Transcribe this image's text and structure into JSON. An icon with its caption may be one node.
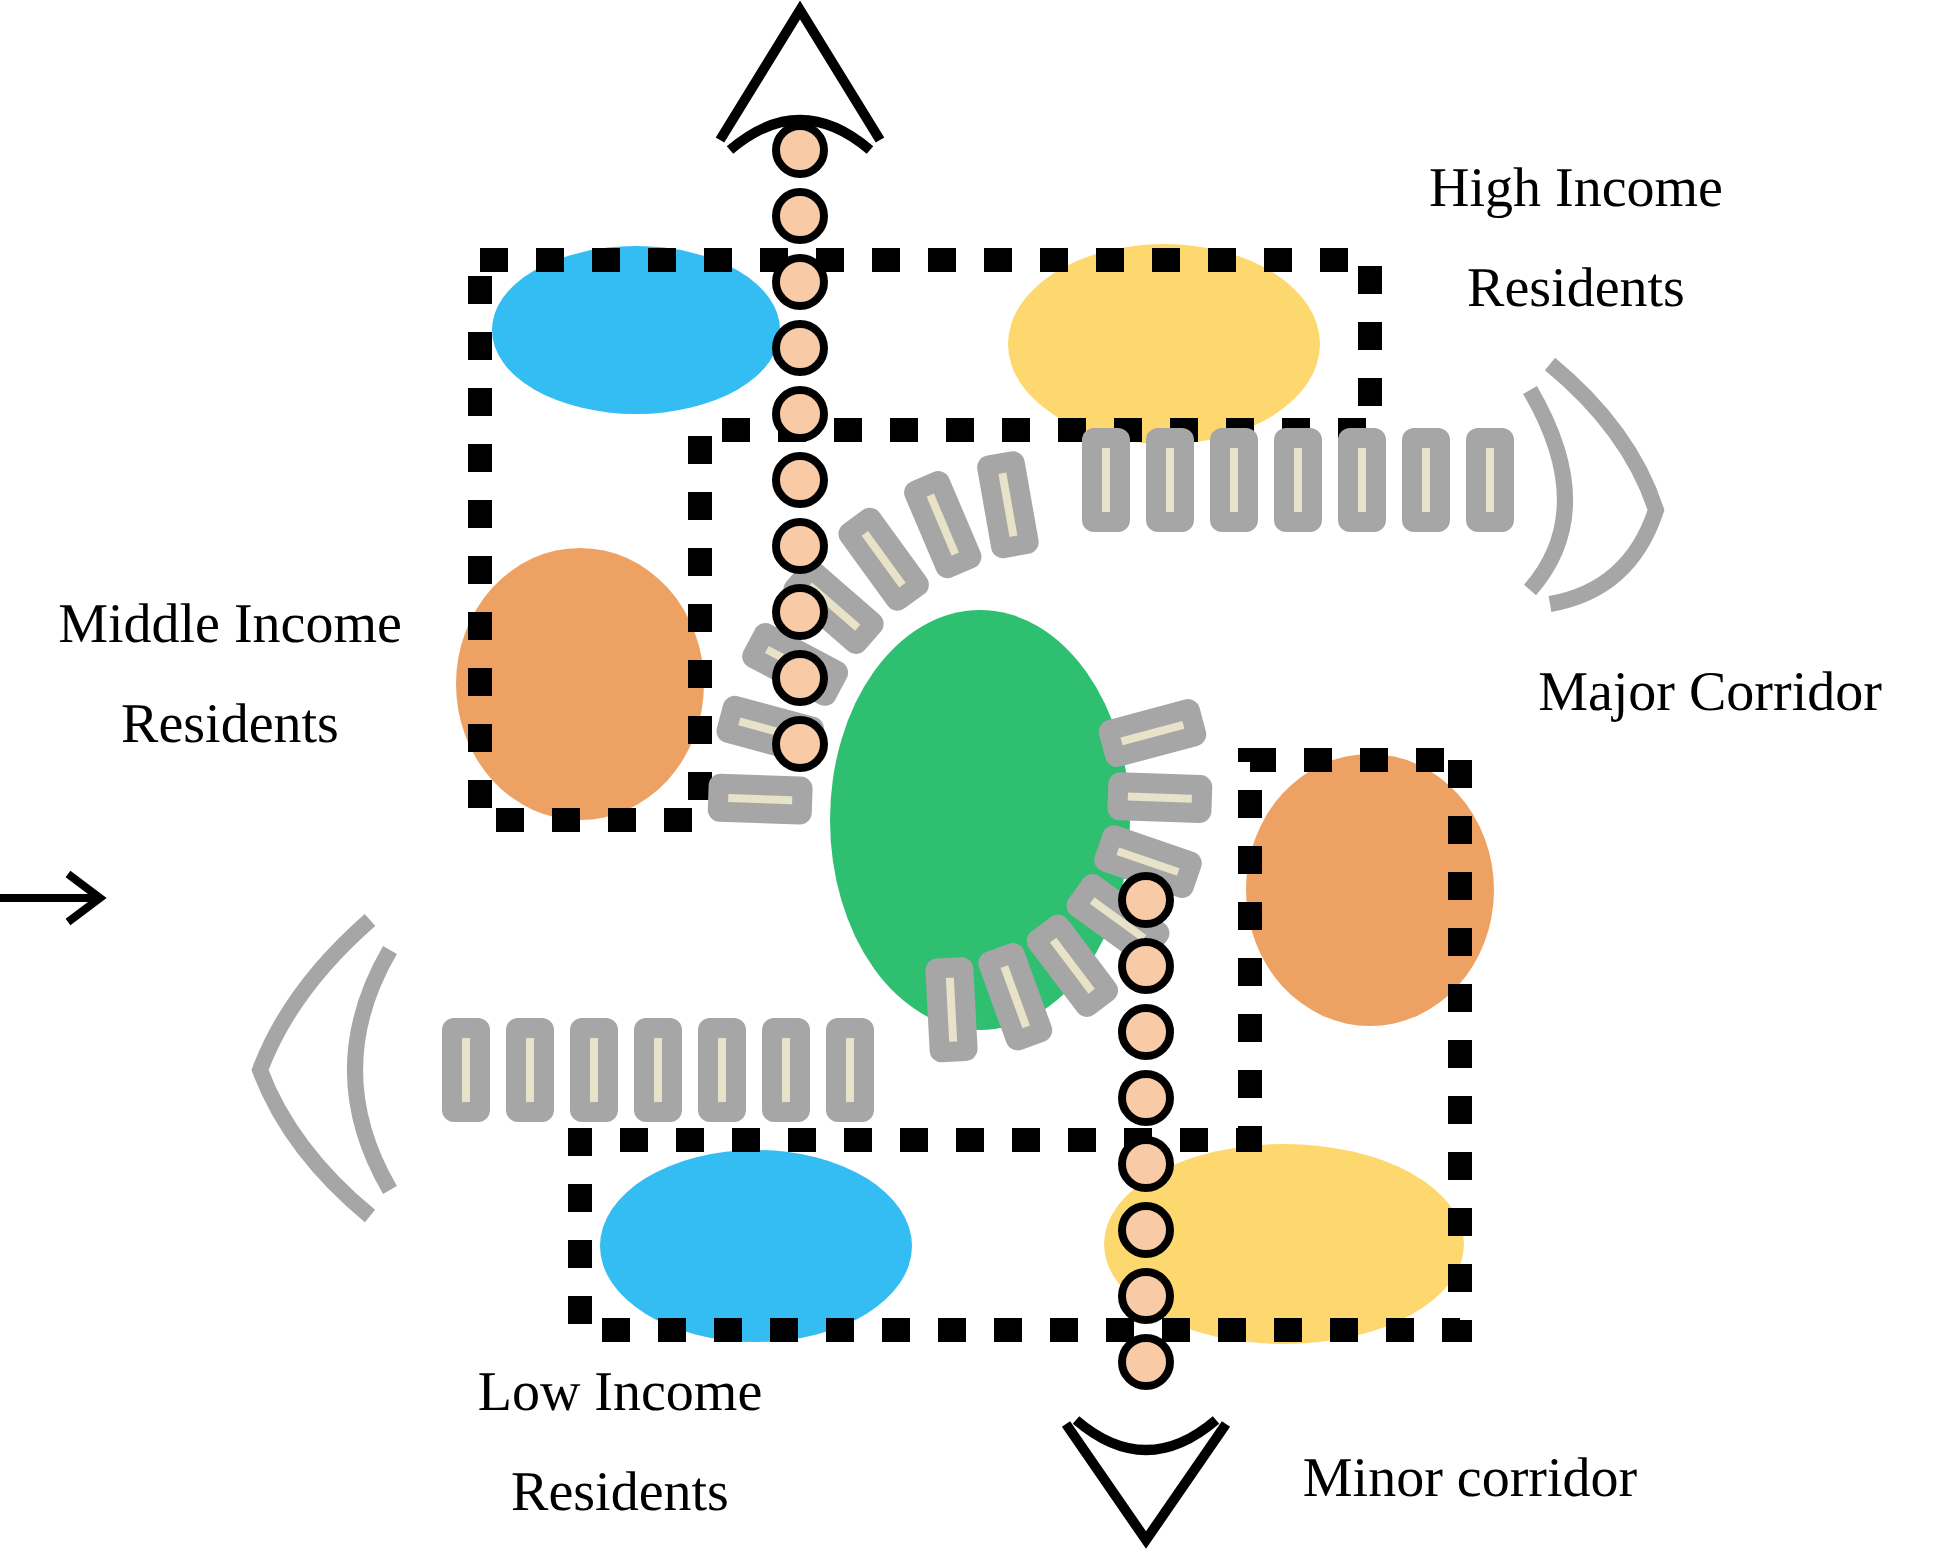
{
  "diagram": {
    "labels": [
      "High Income Residents",
      "Middle Income Residents",
      "Major Corridor",
      "Low Income Residents",
      "Minor corridor"
    ]
  }
}
